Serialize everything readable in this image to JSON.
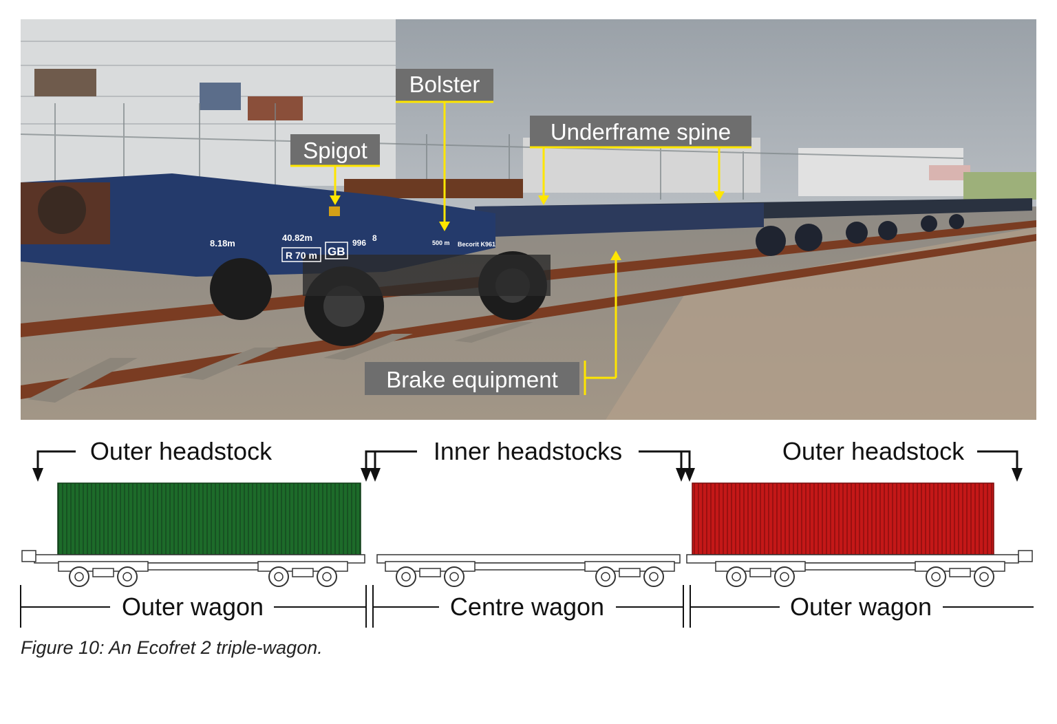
{
  "photo": {
    "labels": {
      "bolster": "Bolster",
      "spigot": "Spigot",
      "underframe_spine": "Underframe spine",
      "brake_equipment": "Brake equipment"
    },
    "wagon_markings": {
      "m1": "8.18m",
      "m2": "40.82m",
      "m3": "R 70 m",
      "m4": "GB",
      "m5": "996",
      "m6": "8",
      "m7": "500 m",
      "m8": "Becorit K961"
    },
    "colors": {
      "label_bg": "#6e6e6e",
      "label_line": "#ffe600",
      "wagon": "#243a6b"
    }
  },
  "diagram": {
    "headstock_labels": {
      "outer_left": "Outer headstock",
      "inner": "Inner headstocks",
      "outer_right": "Outer headstock"
    },
    "wagon_labels": {
      "left": "Outer wagon",
      "centre": "Centre wagon",
      "right": "Outer wagon"
    },
    "colors": {
      "left_container": "#1d6b2a",
      "right_container": "#c41818"
    }
  },
  "caption": "Figure 10: An Ecofret 2 triple-wagon."
}
